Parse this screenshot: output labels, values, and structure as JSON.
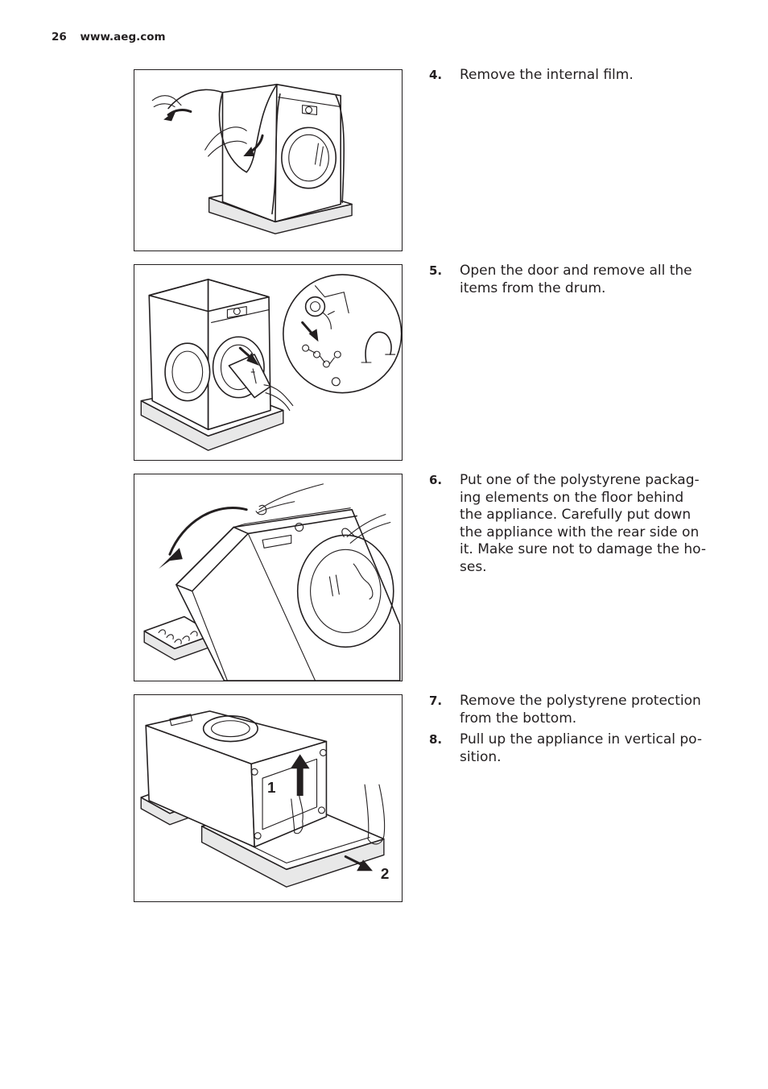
{
  "header": {
    "page_number": "26",
    "site": "www.aeg.com"
  },
  "steps": [
    {
      "number": "4.",
      "text": "Remove the internal film."
    },
    {
      "number": "5.",
      "text": "Open the door and remove all the\nitems from the drum."
    },
    {
      "number": "6.",
      "text": "Put one of the polystyrene packag-\ning elements on the floor behind\nthe appliance. Carefully put down\nthe appliance with the rear side on\nit. Make sure not to damage the ho-\nses."
    },
    {
      "number": "7.",
      "text": "Remove the polystyrene protection\nfrom the bottom."
    },
    {
      "number": "8.",
      "text": "Pull up the appliance in vertical po-\nsition."
    }
  ],
  "figure_labels": {
    "arrow_1": "1",
    "arrow_2": "2"
  }
}
